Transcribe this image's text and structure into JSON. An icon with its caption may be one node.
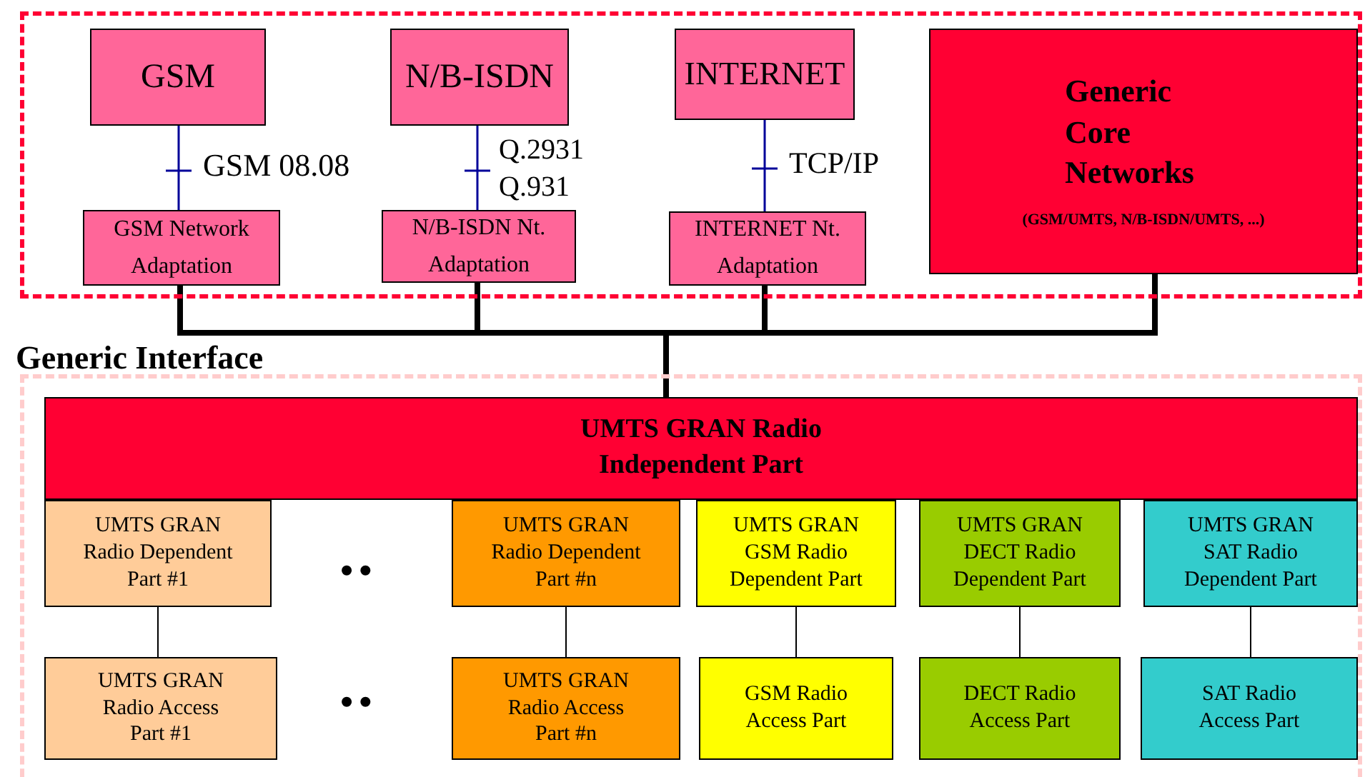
{
  "diagram": {
    "nodes": [
      {
        "text": [],
        "shape": "box"
      },
      {
        "text": [
          "GSM"
        ],
        "in": 0
      },
      {
        "text": [
          "N/B-ISDN"
        ],
        "in": 0
      },
      {
        "text": [
          "INTERNET"
        ],
        "in": 0
      },
      {
        "text": [
          "GSM Network Adaptation"
        ],
        "in": 0
      },
      {
        "text": [
          "N/B-ISDN Nt. Adaptation"
        ],
        "in": 0
      },
      {
        "text": [
          "INTERNET Nt. Adaptation"
        ],
        "in": 0
      },
      {
        "text": [
          "Generic Core Networks",
          "(GSM/UMTS, N/B-ISDN/UMTS, ...)"
        ],
        "in": 0
      },
      {
        "text": [
          "Generic Interface"
        ]
      },
      {
        "text": [
          "UMTS GRAN Radio Independent Part"
        ],
        "in": 8
      },
      {
        "text": [
          "UMTS GRAN Radio Dependent Part #1"
        ],
        "in": 8
      },
      {
        "text": [
          "UMTS GRAN Radio Dependent Part #n"
        ],
        "in": 8
      },
      {
        "text": [
          "UMTS GRAN GSM Radio Dependent Part"
        ],
        "in": 8
      },
      {
        "text": [
          "UMTS GRAN DECT Radio Dependent Part"
        ],
        "in": 8
      },
      {
        "text": [
          "UMTS GRAN SAT Radio Dependent Part"
        ],
        "in": 8
      },
      {
        "text": [
          "UMTS GRAN Radio Access Part #1"
        ],
        "in": 8
      },
      {
        "text": [
          "UMTS GRAN Radio Access Part #n"
        ],
        "in": 8
      },
      {
        "text": [
          "GSM Radio Access Part"
        ],
        "in": 8
      },
      {
        "text": [
          "DECT Radio Access Part"
        ],
        "in": 8
      },
      {
        "text": [
          "SAT Radio Access Part"
        ],
        "in": 8
      }
    ],
    "edges": [
      {
        "from": 1,
        "to": 4,
        "arrow": "none",
        "label": "GSM 08.08",
        "color": "#000099"
      },
      {
        "from": 2,
        "to": 5,
        "arrow": "none",
        "label": "Q.2931 Q.931",
        "color": "#000099"
      },
      {
        "from": 3,
        "to": 6,
        "arrow": "none",
        "label": "TCP/IP",
        "color": "#000099"
      },
      {
        "from": 4,
        "to": 9,
        "arrow": "none",
        "style": "thick"
      },
      {
        "from": 5,
        "to": 9,
        "arrow": "none",
        "style": "thick"
      },
      {
        "from": 6,
        "to": 9,
        "arrow": "none",
        "style": "thick"
      },
      {
        "from": 7,
        "to": 9,
        "arrow": "none",
        "style": "thick"
      },
      {
        "from": 10,
        "to": 15,
        "arrow": "none"
      },
      {
        "from": 11,
        "to": 16,
        "arrow": "none"
      },
      {
        "from": 12,
        "to": 17,
        "arrow": "none"
      },
      {
        "from": 13,
        "to": 18,
        "arrow": "none"
      },
      {
        "from": 14,
        "to": 19,
        "arrow": "none"
      }
    ],
    "labels": [
      "••",
      "••"
    ]
  }
}
